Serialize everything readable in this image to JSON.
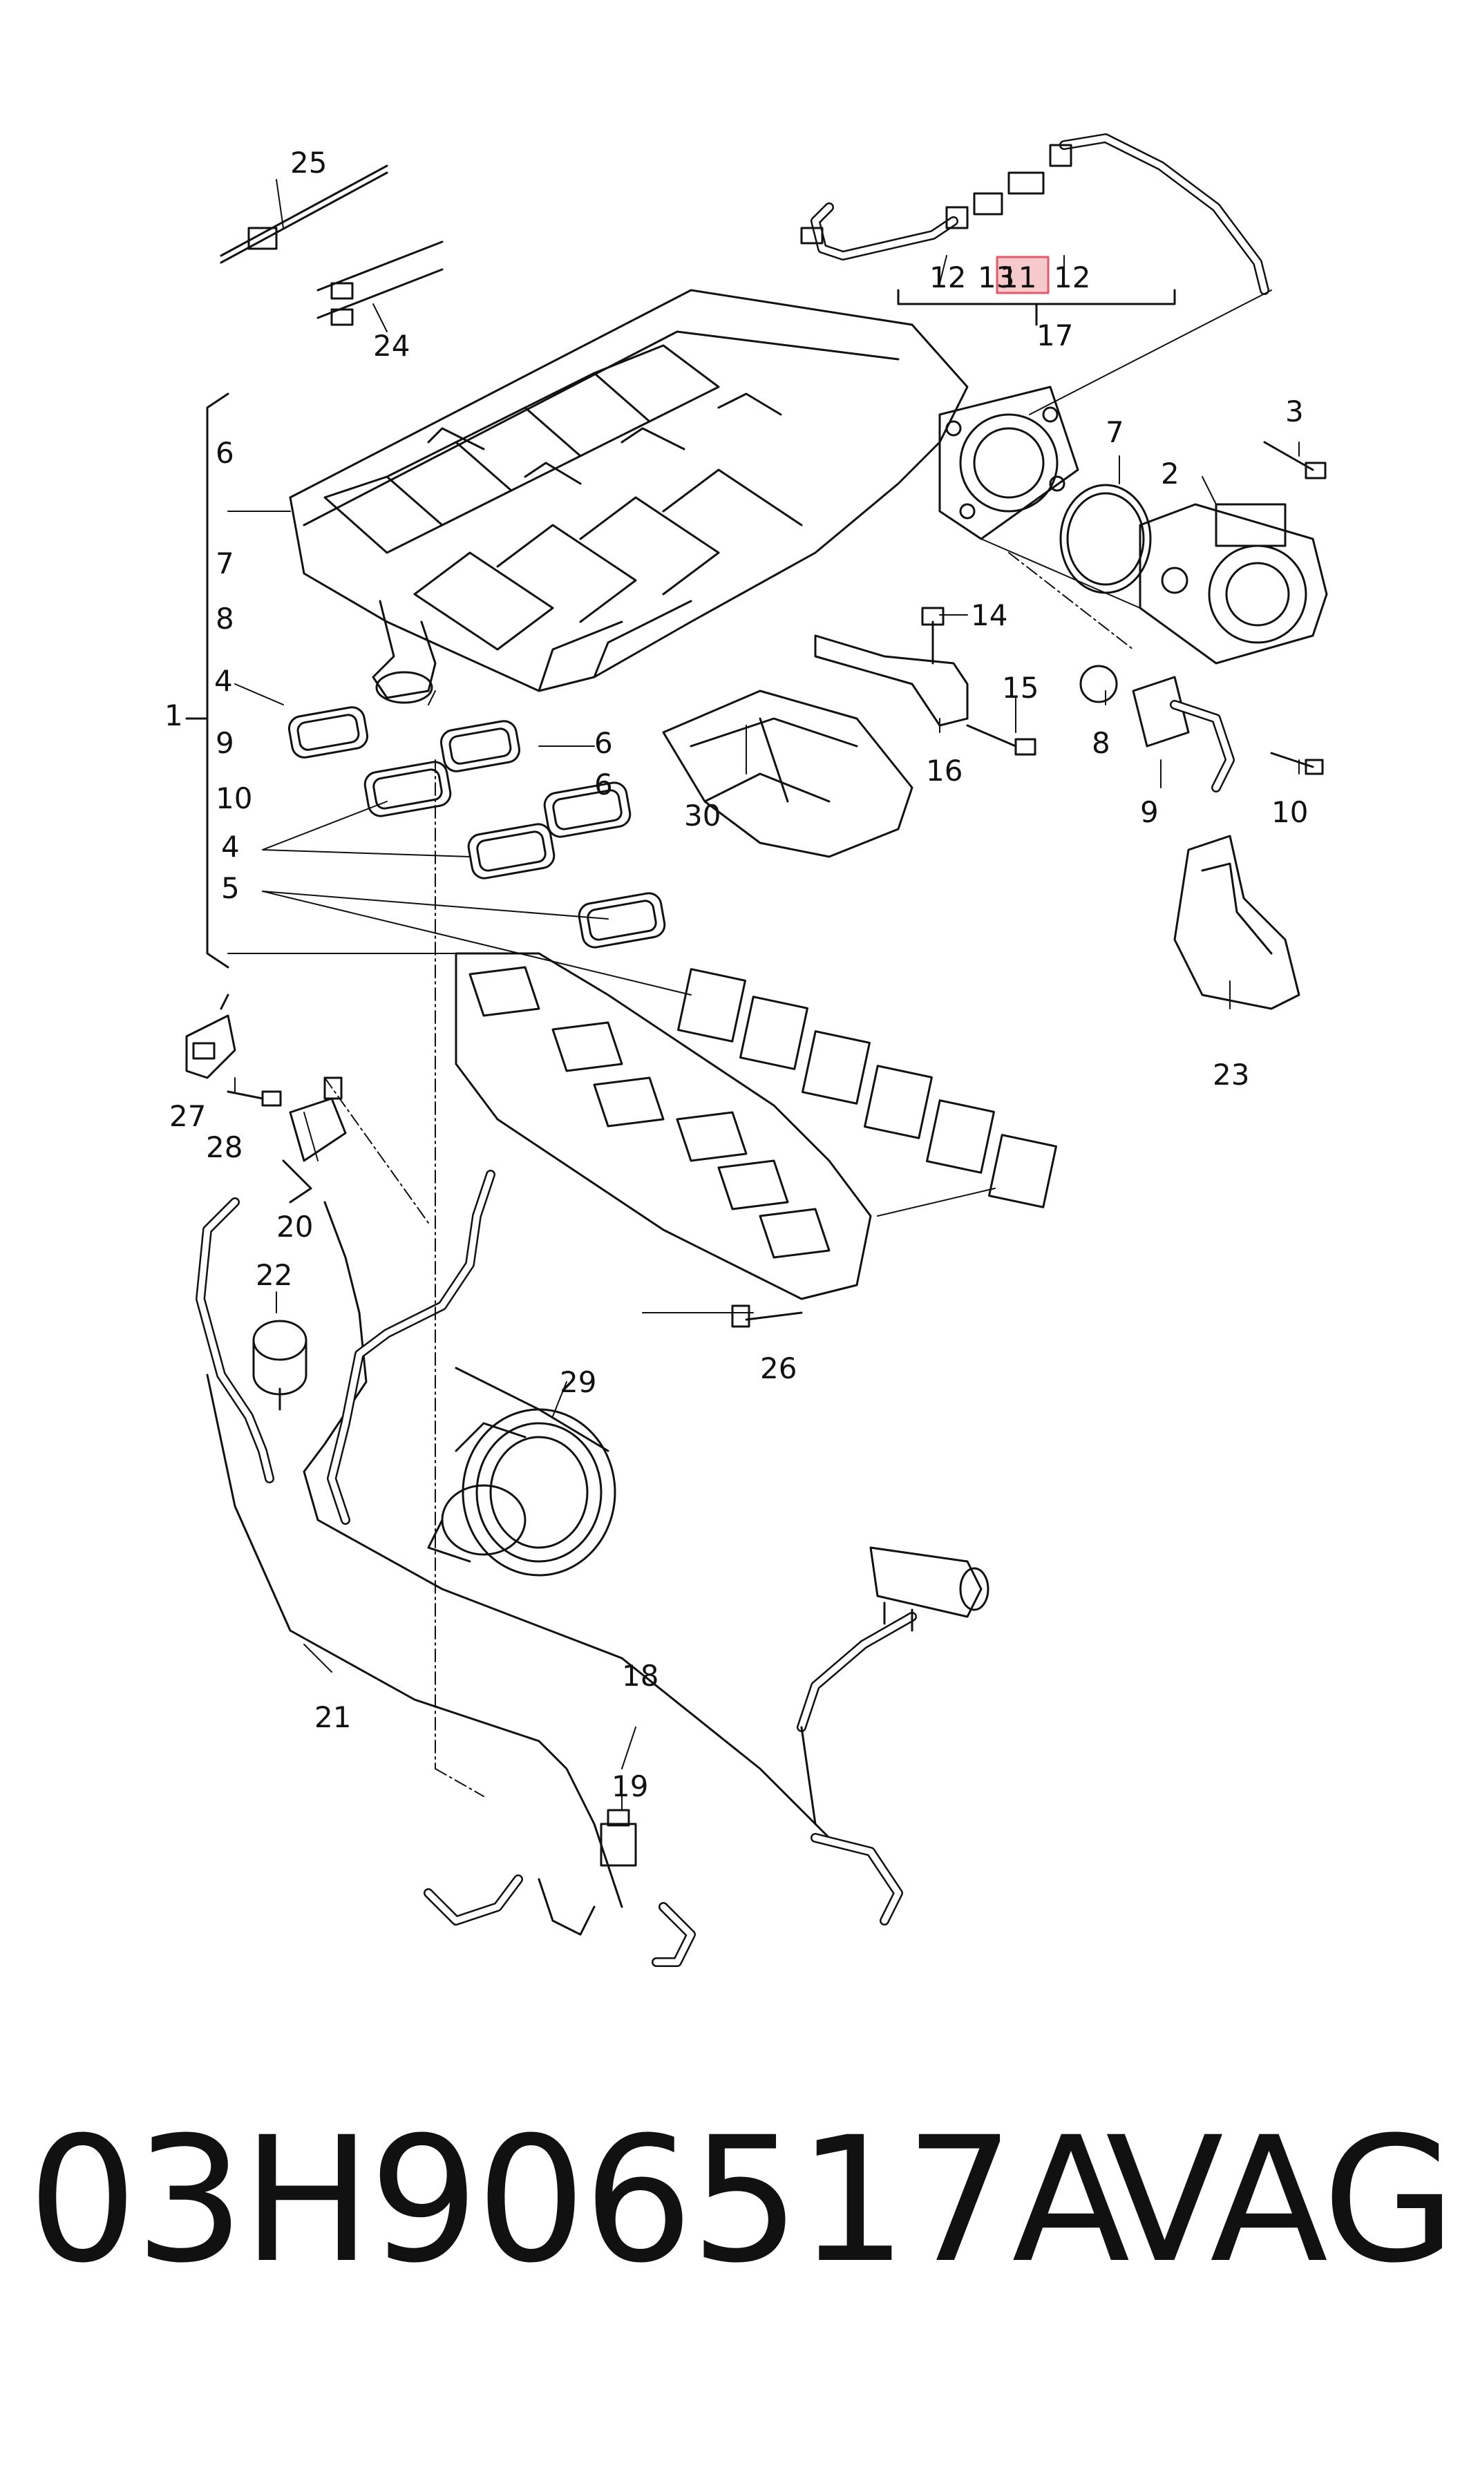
{
  "callouts": {
    "c1": "1",
    "c2": "2",
    "c3": "3",
    "c4a": "4",
    "c4b": "4",
    "c5": "5",
    "c6a": "6",
    "c6b": "6",
    "c6c": "6",
    "c7a": "7",
    "c7b": "7",
    "c8a": "8",
    "c8b": "8",
    "c9a": "9",
    "c9b": "9",
    "c10a": "10",
    "c10b": "10",
    "c11": "11",
    "c12a": "12",
    "c12b": "12",
    "c13": "13",
    "c14": "14",
    "c15": "15",
    "c16": "16",
    "c17": "17",
    "c18": "18",
    "c19": "19",
    "c20": "20",
    "c21": "21",
    "c22": "22",
    "c23": "23",
    "c24": "24",
    "c25": "25",
    "c26": "26",
    "c27": "27",
    "c28": "28",
    "c29": "29",
    "c30": "30"
  },
  "footer": {
    "part_number": "03H906517A",
    "brand": "VAG"
  },
  "colors": {
    "line": "#111111",
    "highlight_fill": "#f6c9cc",
    "highlight_stroke": "#e05a68"
  }
}
